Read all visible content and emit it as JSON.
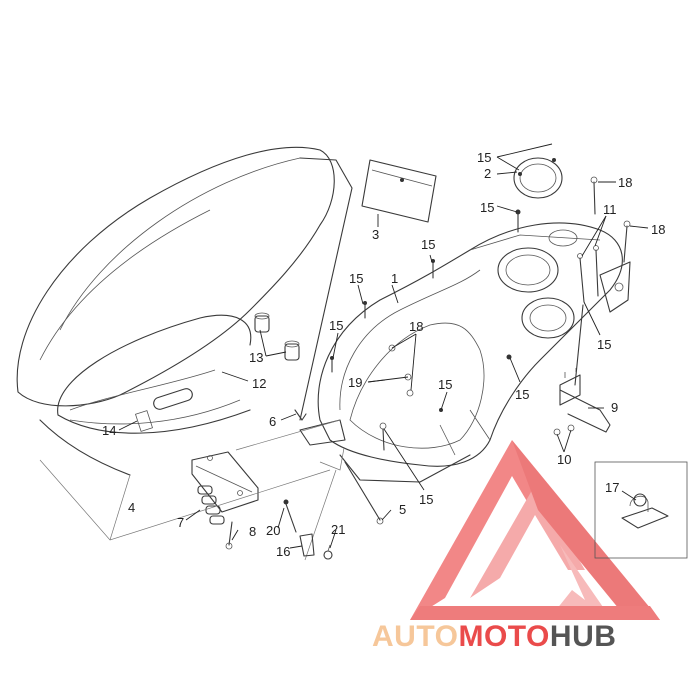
{
  "diagram": {
    "labels": [
      {
        "id": "1",
        "text": "1"
      },
      {
        "id": "2",
        "text": "2"
      },
      {
        "id": "3",
        "text": "3"
      },
      {
        "id": "4",
        "text": "4"
      },
      {
        "id": "5",
        "text": "5"
      },
      {
        "id": "6",
        "text": "6"
      },
      {
        "id": "7",
        "text": "7"
      },
      {
        "id": "8",
        "text": "8"
      },
      {
        "id": "9",
        "text": "9"
      },
      {
        "id": "10",
        "text": "10"
      },
      {
        "id": "11",
        "text": "11"
      },
      {
        "id": "12",
        "text": "12"
      },
      {
        "id": "13",
        "text": "13"
      },
      {
        "id": "14",
        "text": "14"
      },
      {
        "id": "15",
        "text": "15"
      },
      {
        "id": "16",
        "text": "16"
      },
      {
        "id": "17",
        "text": "17"
      },
      {
        "id": "18",
        "text": "18"
      },
      {
        "id": "19",
        "text": "19"
      },
      {
        "id": "20",
        "text": "20"
      },
      {
        "id": "21",
        "text": "21"
      }
    ]
  },
  "watermark": {
    "part1": "AUTO",
    "part2": "MOTO",
    "part3": "HUB",
    "color_light": "#f6c79a",
    "color_accent": "#ea4b4b",
    "color_dark": "#555555"
  }
}
